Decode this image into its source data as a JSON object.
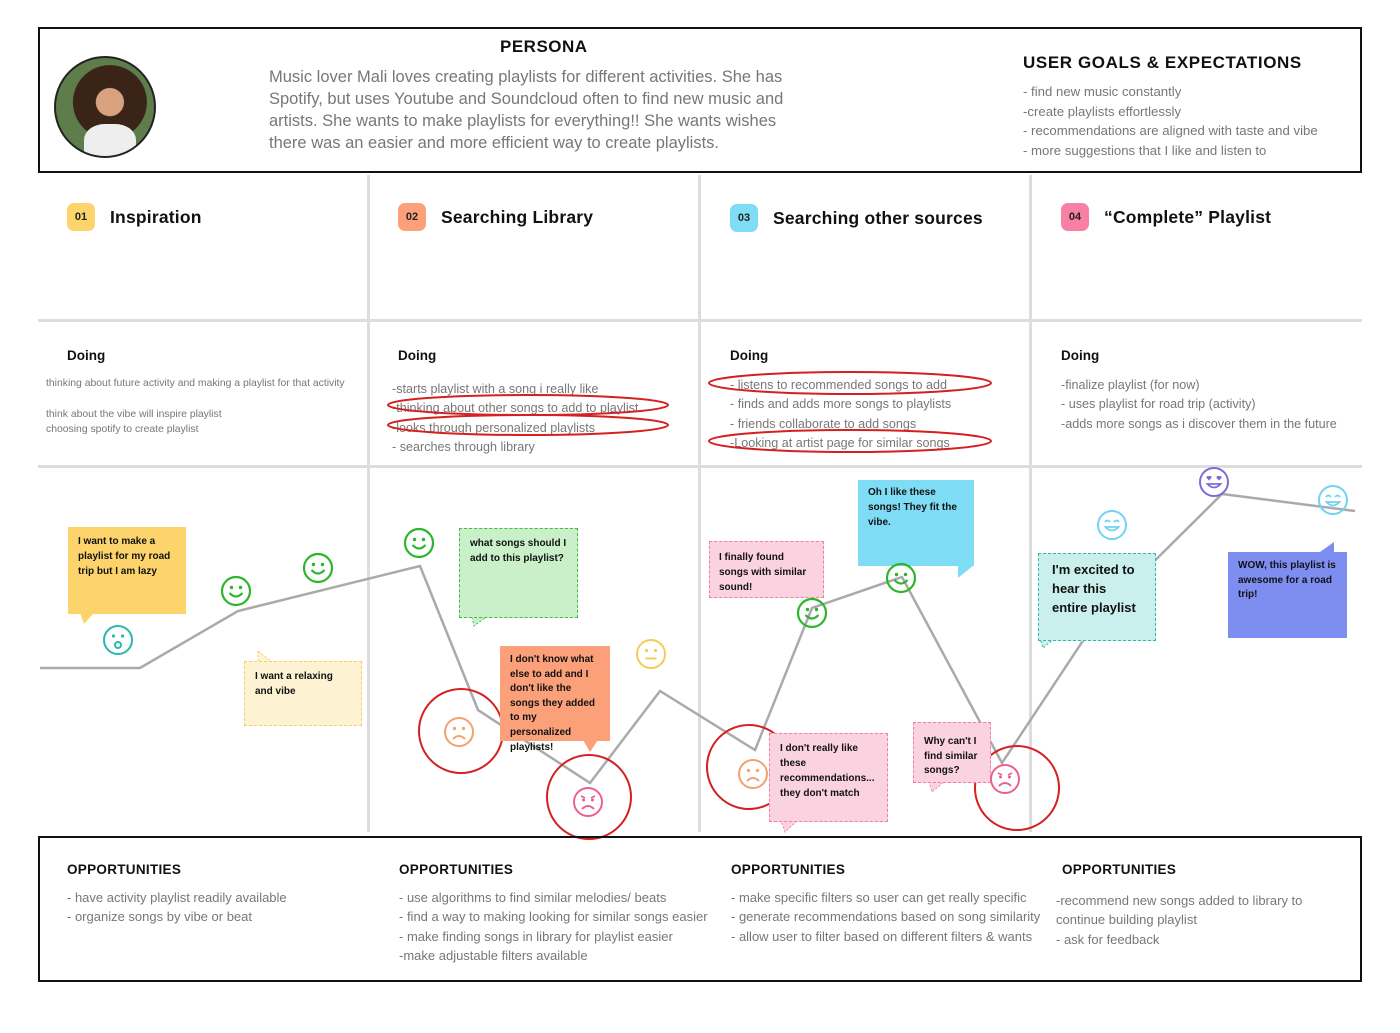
{
  "persona": {
    "title": "PERSONA",
    "description": "Music lover Mali loves creating playlists for different activities. She has Spotify, but uses Youtube and Soundcloud often to find new music and artists. She wants to make playlists for everything!! She wants wishes there was an easier and more efficient way to create playlists."
  },
  "goals": {
    "title": "USER GOALS & EXPECTATIONS",
    "items": [
      "- find new music constantly",
      "-create playlists effortlessly",
      "- recommendations are aligned with taste and vibe",
      "- more suggestions that I like and listen to"
    ]
  },
  "phases": [
    {
      "number": "01",
      "title": "Inspiration",
      "color": "#fcd46b"
    },
    {
      "number": "02",
      "title": "Searching Library",
      "color": "#fca07a"
    },
    {
      "number": "03",
      "title": "Searching other sources",
      "color": "#7fdcf5"
    },
    {
      "number": "04",
      "title": "“Complete” Playlist",
      "color": "#f780a4"
    }
  ],
  "doing": {
    "title": "Doing",
    "columns": [
      [
        "thinking about future activity and making a playlist for that activity",
        "",
        "think about the vibe will inspire playlist",
        "choosing spotify to create playlist"
      ],
      [
        "-starts playlist with a song i really like",
        "-thinking about other songs to add to playlist",
        "-looks through personalized playlists",
        "- searches through library"
      ],
      [
        "- listens to recommended songs to add",
        "- finds and adds more songs to playlists",
        "- friends collaborate to add songs",
        "-Looking at artist page for similar songs"
      ],
      [
        "-finalize playlist (for now)",
        "- uses playlist for road trip (activity)",
        "-adds more songs as i discover them in the future"
      ]
    ]
  },
  "notes": {
    "lazy": "I want to make a playlist for my road trip but I am lazy",
    "relaxing": "I want a relaxing and vibe",
    "what_songs": "what songs should I add to this playlist?",
    "dont_know": "I don't know what else to add and I don't like the songs they added to my personalized playlists!",
    "finally_found": "I finally found songs with similar sound!",
    "oh_like": "Oh I like these songs! They fit the vibe.",
    "dont_like_recs": "I don't really like these recommendations... they don't match",
    "why_cant": "Why can't I find similar songs?",
    "excited": "I'm excited to hear this entire playlist",
    "wow": "WOW, this playlist is awesome for a road trip!"
  },
  "opportunities": {
    "title": "OPPORTUNITIES",
    "columns": [
      [
        "- have activity playlist readily available",
        "- organize songs by vibe or beat"
      ],
      [
        "- use algorithms to find similar melodies/ beats",
        "- find a way to making looking for similar songs easier",
        "- make finding songs in library for playlist easier",
        "-make adjustable filters available"
      ],
      [
        "- make specific filters so user can get really specific",
        "- generate recommendations based on song similarity",
        "- allow user to filter based on different filters & wants"
      ],
      [
        "-recommend new songs added to library to",
        "continue building playlist",
        "- ask for feedback"
      ]
    ]
  },
  "emotion_faces": [
    "surprised-face",
    "happy-face",
    "happy-face",
    "happy-face",
    "sad-face",
    "sad-face",
    "neutral-face",
    "sad-face",
    "happy-face",
    "happy-face",
    "sad-face",
    "happy-face",
    "love-face",
    "happy-face"
  ],
  "colors": {
    "line": "#aaaaaa",
    "circle_annotation": "#d42020",
    "happy": "#2db52d",
    "surprised": "#2ab8b0",
    "neutral": "#f3cc5a",
    "sad_orange": "#f4a070",
    "sad_pink": "#ef5f8e",
    "happy_blue": "#6fd3f2",
    "love": "#7b6cd8"
  }
}
